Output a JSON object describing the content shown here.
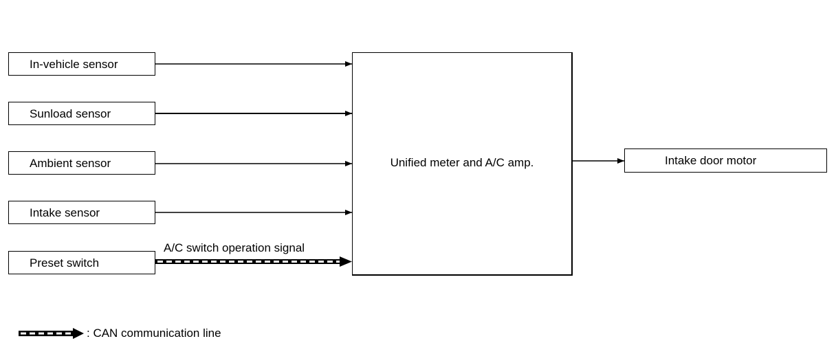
{
  "inputs": [
    {
      "label": "In-vehicle sensor"
    },
    {
      "label": "Sunload sensor"
    },
    {
      "label": "Ambient sensor"
    },
    {
      "label": "Intake sensor"
    },
    {
      "label": "Preset switch"
    }
  ],
  "controller": {
    "label": "Unified meter and A/C amp."
  },
  "output": {
    "label": "Intake door motor"
  },
  "signal": {
    "label": "A/C switch operation signal"
  },
  "legend": {
    "label": ": CAN communication line"
  },
  "colors": {
    "line": "#000000",
    "background": "#ffffff"
  }
}
